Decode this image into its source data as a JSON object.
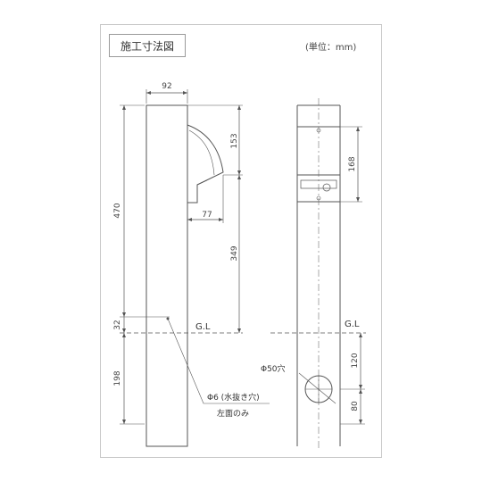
{
  "drawing": {
    "title": "施工寸法図",
    "unit": "(単位：mm)"
  },
  "dimensions": {
    "width_top": "92",
    "height_total": "470",
    "spout_height": "153",
    "spout_depth": "77",
    "below_spout": "349",
    "above_gl": "32",
    "below_gl": "198",
    "box_height": "168",
    "hole_from_gl": "120",
    "hole_from_bottom": "80"
  },
  "labels": {
    "gl_left": "G.L",
    "gl_right": "G.L",
    "drain_hole": "Φ6 (水抜き穴)",
    "left_only": "左面のみ",
    "pipe_hole": "Φ50穴"
  },
  "colors": {
    "line": "#555555",
    "frame": "#c8c8c8"
  }
}
